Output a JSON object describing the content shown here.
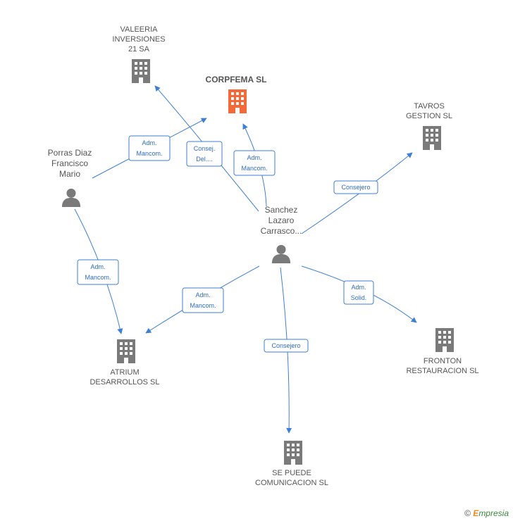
{
  "colors": {
    "edge": "#3d7fd6",
    "company": "#7a7a7a",
    "focus": "#f26a3a",
    "person": "#7a7a7a"
  },
  "companies": [
    {
      "id": "valeeria",
      "lines": [
        "VALEERIA",
        "INVERSIONES",
        "21 SA"
      ],
      "focus": false
    },
    {
      "id": "corpfema",
      "lines": [
        "CORPFEMA SL"
      ],
      "focus": true
    },
    {
      "id": "tavros",
      "lines": [
        "TAVROS",
        "GESTION  SL"
      ],
      "focus": false
    },
    {
      "id": "atrium",
      "lines": [
        "ATRIUM",
        "DESARROLLOS SL"
      ],
      "focus": false
    },
    {
      "id": "fronton",
      "lines": [
        "FRONTON",
        "RESTAURACION SL"
      ],
      "focus": false
    },
    {
      "id": "sepuede",
      "lines": [
        "SE PUEDE",
        "COMUNICACION SL"
      ],
      "focus": false
    }
  ],
  "persons": [
    {
      "id": "porras",
      "lines": [
        "Porras Diaz",
        "Francisco",
        "Mario"
      ]
    },
    {
      "id": "sanchez",
      "lines": [
        "Sanchez",
        "Lazaro",
        "Carrasco..."
      ]
    }
  ],
  "edges": [
    {
      "id": "porras-corpfema",
      "lines": [
        "Adm.",
        "Mancom."
      ]
    },
    {
      "id": "sanchez-valeeria",
      "lines": [
        "Consej.",
        "Del...."
      ]
    },
    {
      "id": "sanchez-corpfema",
      "lines": [
        "Adm.",
        "Mancom."
      ]
    },
    {
      "id": "sanchez-tavros",
      "lines": [
        "Consejero"
      ]
    },
    {
      "id": "porras-atrium",
      "lines": [
        "Adm.",
        "Mancom."
      ]
    },
    {
      "id": "sanchez-atrium",
      "lines": [
        "Adm.",
        "Mancom."
      ]
    },
    {
      "id": "sanchez-fronton",
      "lines": [
        "Adm.",
        "Solid."
      ]
    },
    {
      "id": "sanchez-sepuede",
      "lines": [
        "Consejero"
      ]
    }
  ],
  "footer": {
    "copyright": "©",
    "brand_first": "E",
    "brand_rest": "mpresia"
  }
}
